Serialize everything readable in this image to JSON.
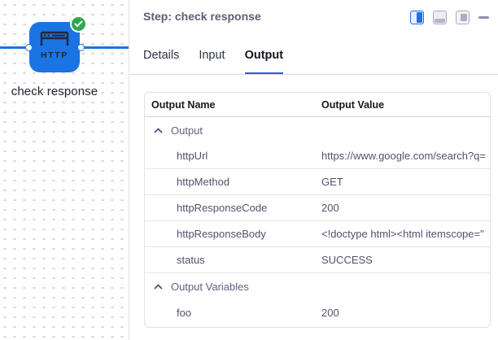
{
  "colors": {
    "accent_blue": "#1b74e4",
    "tab_underline_blue": "#1f64d8",
    "success_green": "#2ea84f",
    "title_gray": "#5b5e76"
  },
  "canvas": {
    "node_label": "check response",
    "node_icon_text": "HTTP",
    "node_status": "success-check"
  },
  "panel": {
    "title": "Step: check response",
    "tabs": [
      {
        "label": "Details",
        "active": false
      },
      {
        "label": "Input",
        "active": false
      },
      {
        "label": "Output",
        "active": true
      }
    ],
    "window_controls": [
      "dock-right-layout",
      "dock-bottom-layout",
      "float-layout",
      "minimize"
    ],
    "table": {
      "columns": [
        "Output Name",
        "Output Value"
      ],
      "rows": [
        {
          "type": "section",
          "name": "Output",
          "value": ""
        },
        {
          "type": "data",
          "name": "httpUrl",
          "value": "https://www.google.com/search?q="
        },
        {
          "type": "data",
          "name": "httpMethod",
          "value": "GET"
        },
        {
          "type": "data",
          "name": "httpResponseCode",
          "value": "200"
        },
        {
          "type": "data",
          "name": "httpResponseBody",
          "value": "<!doctype html><html itemscope=\""
        },
        {
          "type": "data",
          "name": "status",
          "value": "SUCCESS"
        },
        {
          "type": "section",
          "name": "Output Variables",
          "value": ""
        },
        {
          "type": "data",
          "name": "foo",
          "value": "200"
        }
      ]
    }
  }
}
